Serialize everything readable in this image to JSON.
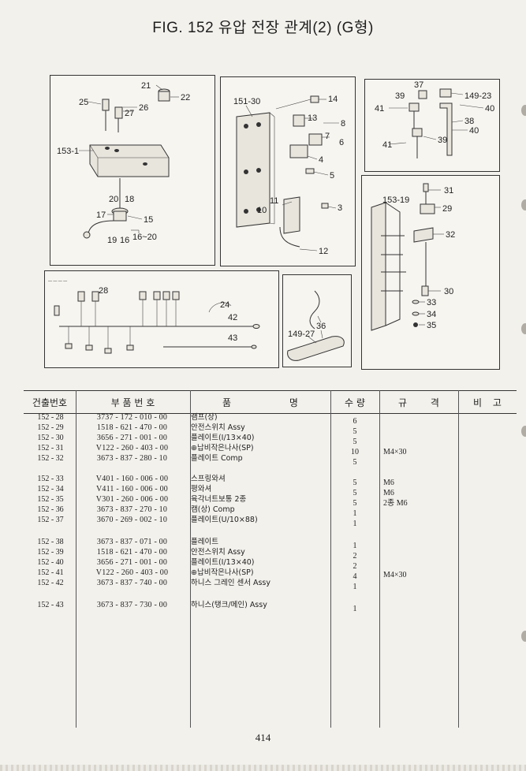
{
  "page": {
    "title": "FIG. 152 유압 전장 관계(2) (G형)",
    "page_number": "414"
  },
  "figure": {
    "panel1": {
      "labels": [
        "21",
        "22",
        "25",
        "27",
        "26",
        "153-1",
        "20",
        "18",
        "17",
        "15",
        "19",
        "16",
        "16~20"
      ]
    },
    "panel2": {
      "labels": [
        "151-30",
        "14",
        "13",
        "8",
        "7",
        "6",
        "4",
        "5",
        "11",
        "10",
        "3",
        "12"
      ]
    },
    "panel3": {
      "labels": [
        "37",
        "149-23",
        "39",
        "41",
        "40",
        "38",
        "40",
        "41",
        "39"
      ]
    },
    "panel4": {
      "labels": [
        "153-19",
        "31",
        "29",
        "32",
        "30",
        "33",
        "34",
        "35"
      ]
    },
    "panel5": {
      "labels": [
        "28",
        "24",
        "42",
        "43"
      ]
    },
    "panel6": {
      "labels": [
        "36",
        "149-27"
      ]
    }
  },
  "table": {
    "headers": {
      "ref": "건출번호",
      "part": "부 품 번 호",
      "name": "품 명",
      "qty": "수 량",
      "spec": "규 격",
      "remark": "비 고"
    },
    "rows": [
      {
        "ref": "152 - 28",
        "part": "3737 - 172 - 010 - 00",
        "name": "램프(상)",
        "qty": "6",
        "spec": ""
      },
      {
        "ref": "152 - 29",
        "part": "1518 - 621 - 470 - 00",
        "name": "안전스위치 Assy",
        "qty": "5",
        "spec": ""
      },
      {
        "ref": "152 - 30",
        "part": "3656 - 271 - 001 - 00",
        "name": "플레이트(I/13×40)",
        "qty": "5",
        "spec": ""
      },
      {
        "ref": "152 - 31",
        "part": "V122 - 260 - 403 - 00",
        "name": "⊕납비작은나사(SP)",
        "qty": "10",
        "spec": "M4×30"
      },
      {
        "ref": "152 - 32",
        "part": "3673 - 837 - 280 - 10",
        "name": "플레이트 Comp",
        "qty": "5",
        "spec": ""
      },
      {
        "ref": "152 - 33",
        "part": "V401 - 160 - 006 - 00",
        "name": "스프링와셔",
        "qty": "5",
        "spec": "M6"
      },
      {
        "ref": "152 - 34",
        "part": "V411 - 160 - 006 - 00",
        "name": "평와셔",
        "qty": "5",
        "spec": "M6"
      },
      {
        "ref": "152 - 35",
        "part": "V301 - 260 - 006 - 00",
        "name": "육각너트보통 2종",
        "qty": "5",
        "spec": "2종 M6"
      },
      {
        "ref": "152 - 36",
        "part": "3673 - 837 - 270 - 10",
        "name": "캠(상) Comp",
        "qty": "1",
        "spec": ""
      },
      {
        "ref": "152 - 37",
        "part": "3670 - 269 - 002 - 10",
        "name": "플레이트(U/10×88)",
        "qty": "1",
        "spec": ""
      },
      {
        "ref": "152 - 38",
        "part": "3673 - 837 - 071 - 00",
        "name": "플레이트",
        "qty": "1",
        "spec": ""
      },
      {
        "ref": "152 - 39",
        "part": "1518 - 621 - 470 - 00",
        "name": "안전스위치 Assy",
        "qty": "2",
        "spec": ""
      },
      {
        "ref": "152 - 40",
        "part": "3656 - 271 - 001 - 00",
        "name": "플레이트(I/13×40)",
        "qty": "2",
        "spec": ""
      },
      {
        "ref": "152 - 41",
        "part": "V122 - 260 - 403 - 00",
        "name": "⊕납비작은나사(SP)",
        "qty": "4",
        "spec": "M4×30"
      },
      {
        "ref": "152 - 42",
        "part": "3673 - 837 - 740 - 00",
        "name": "하니스 그레인 센서 Assy",
        "qty": "1",
        "spec": ""
      },
      {
        "ref": "152 - 43",
        "part": "3673 - 837 - 730 - 00",
        "name": "하니스(탱크/메인) Assy",
        "qty": "1",
        "spec": ""
      }
    ]
  }
}
